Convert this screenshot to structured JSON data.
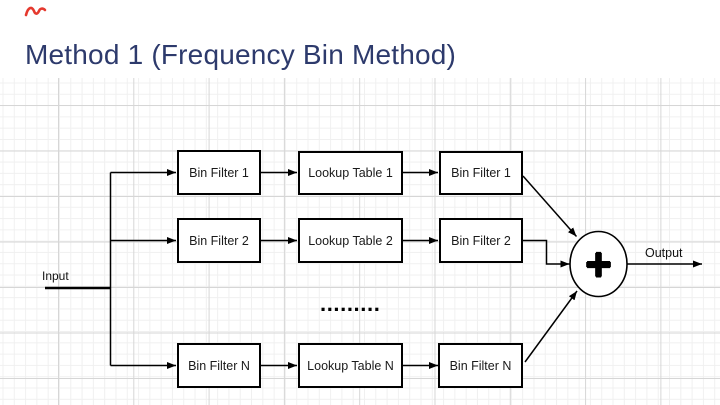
{
  "slide": {
    "title": "Method 1 (Frequency Bin Method)"
  },
  "colors": {
    "title_text": "#2d3a6c",
    "annotation_red": "#e5392e",
    "diagram_line": "#000000",
    "grid_major": "#d6d6d6",
    "grid_minor": "#f0f0f0"
  },
  "diagram": {
    "input_label": "Input",
    "output_label": "Output",
    "ellipsis_dots": ".........",
    "sum_symbol": "+",
    "rows": [
      {
        "filter": "Bin Filter 1",
        "lookup": "Lookup Table 1",
        "post_filter": "Bin Filter 1"
      },
      {
        "filter": "Bin Filter 2",
        "lookup": "Lookup Table 2",
        "post_filter": "Bin Filter 2"
      },
      {
        "filter": "Bin Filter N",
        "lookup": "Lookup Table N",
        "post_filter": "Bin Filter N"
      }
    ]
  }
}
